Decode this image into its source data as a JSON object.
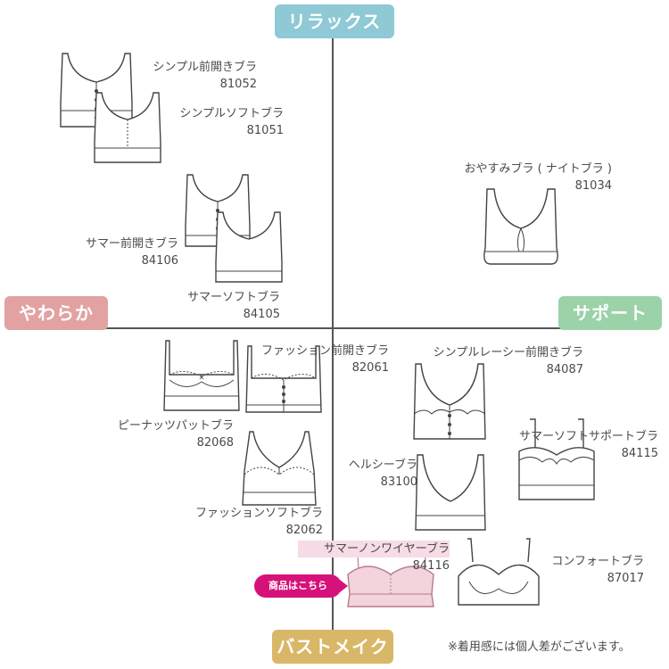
{
  "axes": {
    "top": "リラックス",
    "left": "やわらか",
    "right": "サポート",
    "bottom": "バストメイク"
  },
  "products": [
    {
      "name": "シンプル前開きブラ",
      "code": "81052"
    },
    {
      "name": "シンプルソフトブラ",
      "code": "81051"
    },
    {
      "name": "おやすみブラ ( ナイトブラ )",
      "code": "81034"
    },
    {
      "name": "サマー前開きブラ",
      "code": "84106"
    },
    {
      "name": "サマーソフトブラ",
      "code": "84105"
    },
    {
      "name": "ピーナッツパットブラ",
      "code": "82068"
    },
    {
      "name": "ファッション前開きブラ",
      "code": "82061"
    },
    {
      "name": "シンプルレーシー前開きブラ",
      "code": "84087"
    },
    {
      "name": "サマーソフトサポートブラ",
      "code": "84115"
    },
    {
      "name": "ヘルシーブラ",
      "code": "83100"
    },
    {
      "name": "ファッションソフトブラ",
      "code": "82062"
    },
    {
      "name": "サマーノンワイヤーブラ",
      "code": "84116"
    },
    {
      "name": "コンフォートブラ",
      "code": "87017"
    }
  ],
  "cta": {
    "label": "商品はこちら"
  },
  "note": "※着用感には個人差がございます。",
  "colors": {
    "relax": "#8ec9d5",
    "soft": "#e2a2a2",
    "support": "#9bd2a8",
    "bustmake": "#d9b768",
    "cta": "#d6127a",
    "highlight_bra": "#f3d3dc"
  }
}
